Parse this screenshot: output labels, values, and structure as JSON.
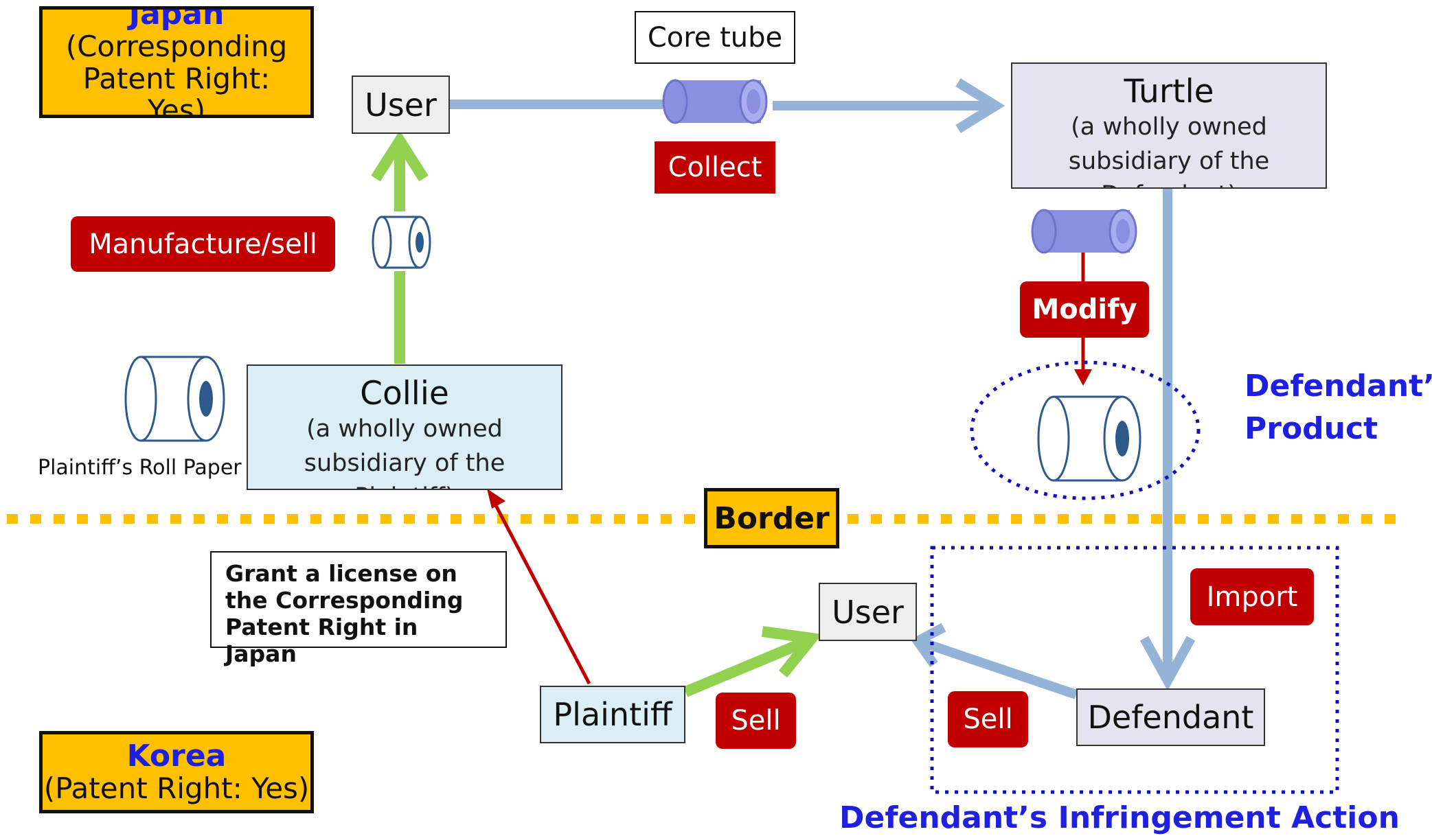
{
  "regions": {
    "japan": {
      "title": "Japan",
      "subtitle": "(Corresponding Patent Right: Yes)"
    },
    "korea": {
      "title": "Korea",
      "subtitle": "(Patent Right: Yes)"
    }
  },
  "entities": {
    "user_japan": "User",
    "turtle": {
      "title": "Turtle",
      "subtitle": "(a wholly owned subsidiary of the Defendant)"
    },
    "collie": {
      "title": "Collie",
      "subtitle": "(a wholly owned subsidiary of the Plaintiff)"
    },
    "user_korea": "User",
    "plaintiff": "Plaintiff",
    "defendant": "Defendant"
  },
  "labels": {
    "core_tube": "Core tube",
    "collect": "Collect",
    "manufacture_sell": "Manufacture/sell",
    "modify": "Modify",
    "border": "Border",
    "import": "Import",
    "sell_plaintiff": "Sell",
    "sell_defendant": "Sell",
    "plaintiffs_roll_paper": "Plaintiff’s Roll Paper",
    "defendants_product": "Defendant’s Product",
    "infringement_action": "Defendant’s Infringement Action",
    "license_note": "Grant a license on the Corresponding Patent Right in Japan"
  },
  "colors": {
    "region_fill": "#ffc000",
    "region_title": "#1f1fe0",
    "tag_fill": "#c00000",
    "arrow_lightblue": "#95b3d7",
    "arrow_green": "#92d050",
    "arrow_red": "#c00000",
    "tube_purple": "#8b8fe0",
    "dotted_blue": "#1010c0"
  }
}
